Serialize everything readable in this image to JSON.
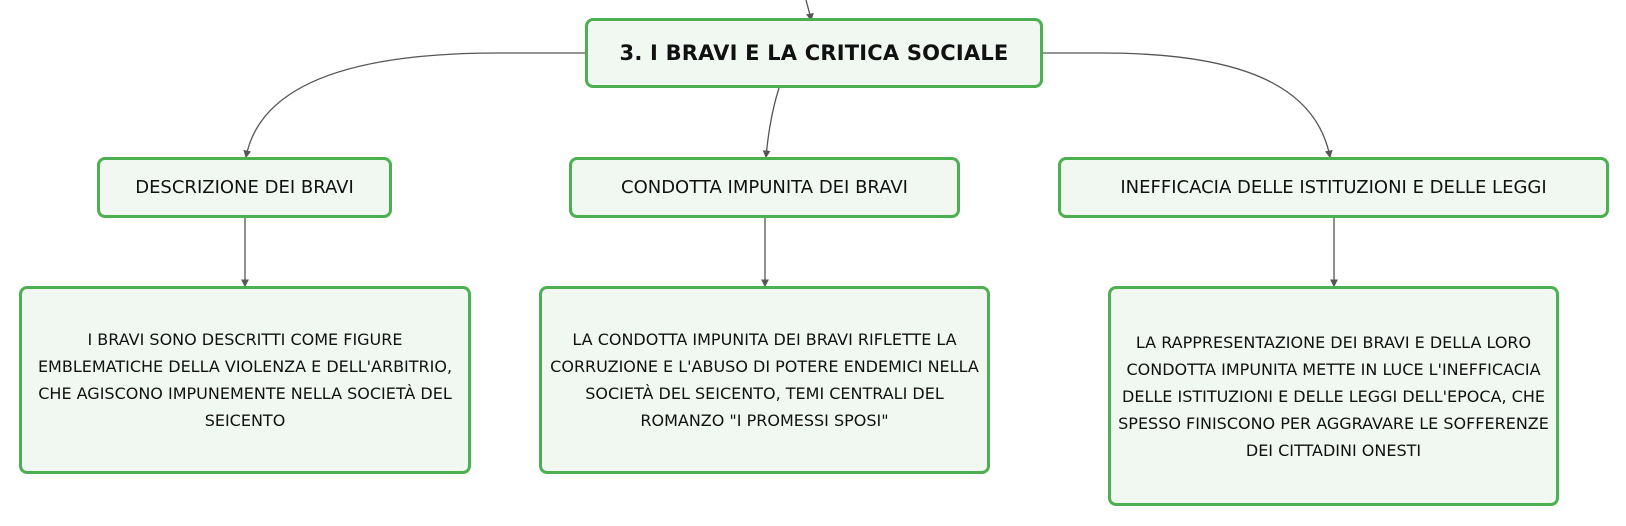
{
  "root": {
    "title": "3. I BRAVI E LA CRITICA SOCIALE"
  },
  "topics": [
    {
      "label": "DESCRIZIONE DEI BRAVI",
      "detail": "I BRAVI SONO DESCRITTI COME FIGURE EMBLEMATICHE DELLA VIOLENZA E DELL'ARBITRIO, CHE AGISCONO IMPUNEMENTE NELLA SOCIETÀ DEL SEICENTO"
    },
    {
      "label": "CONDOTTA IMPUNITA DEI BRAVI",
      "detail": "LA CONDOTTA IMPUNITA DEI BRAVI RIFLETTE LA CORRUZIONE E L'ABUSO DI POTERE ENDEMICI NELLA SOCIETÀ DEL SEICENTO, TEMI CENTRALI DEL ROMANZO \"I PROMESSI SPOSI\""
    },
    {
      "label": "INEFFICACIA DELLE ISTITUZIONI E DELLE LEGGI",
      "detail": "LA RAPPRESENTAZIONE DEI BRAVI E DELLA LORO CONDOTTA IMPUNITA METTE IN LUCE L'INEFFICACIA DELLE ISTITUZIONI E DELLE LEGGI DELL'EPOCA, CHE SPESSO FINISCONO PER AGGRAVARE LE SOFFERENZE DEI CITTADINI ONESTI"
    }
  ],
  "colors": {
    "border": "#4caf50",
    "fill": "#f1f8f1",
    "connector": "#555555"
  }
}
